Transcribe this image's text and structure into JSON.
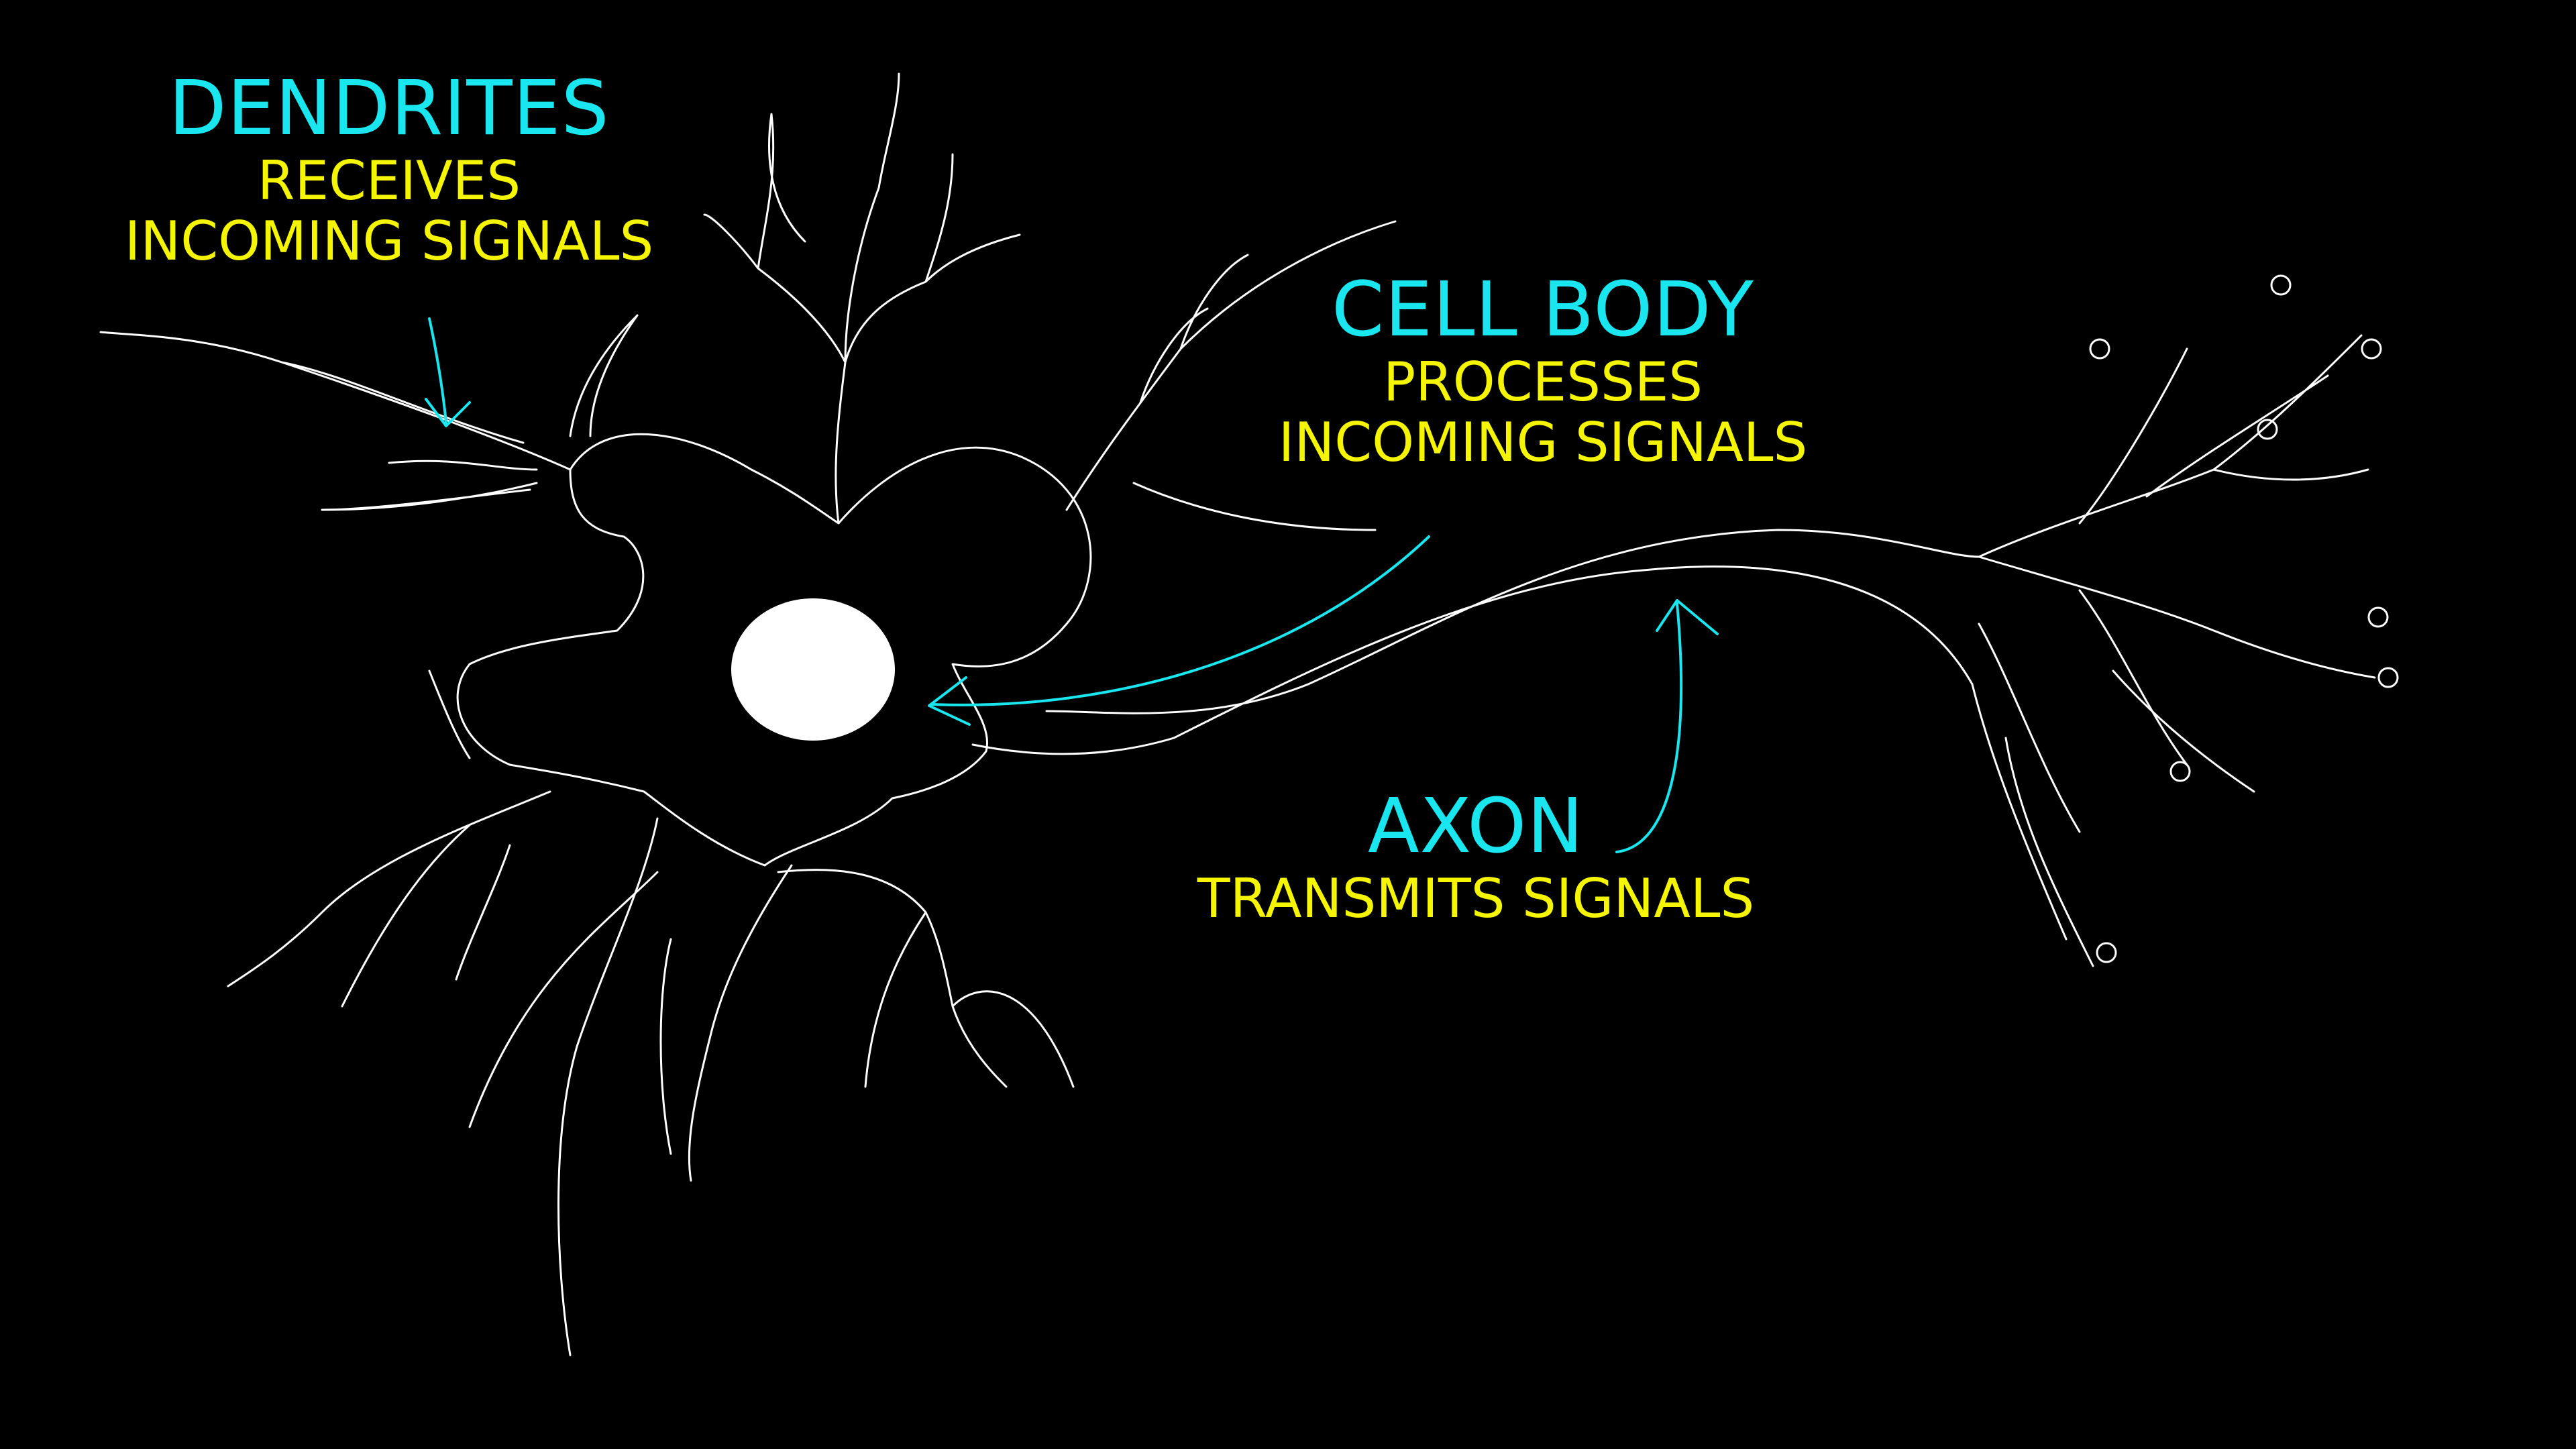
{
  "colors": {
    "background": "#000000",
    "outline": "#ffffff",
    "nucleus": "#ffffff",
    "title_text": "#19e6ee",
    "description_text": "#f5f500",
    "arrow": "#19e6ee"
  },
  "labels": {
    "dendrites": {
      "title": "DENDRITES",
      "line1": "RECEIVES",
      "line2": "INCOMING SIGNALS"
    },
    "cell_body": {
      "title": "CELL BODY",
      "line1": "PROCESSES",
      "line2": "INCOMING SIGNALS"
    },
    "axon": {
      "title": "AXON",
      "line1": "TRANSMITS SIGNALS"
    }
  }
}
